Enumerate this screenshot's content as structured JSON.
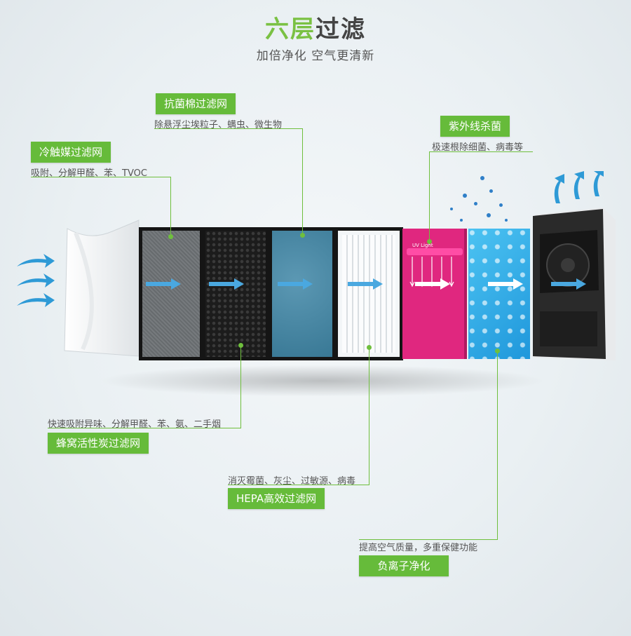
{
  "title": {
    "main_accent": "六层",
    "main_rest": "过滤",
    "subtitle": "加倍净化 空气更清新"
  },
  "layers": [
    {
      "name": "冷触媒过滤网",
      "description": "吸附、分解甲醛、苯、TVOC"
    },
    {
      "name": "抗菌棉过滤网",
      "description": "除悬浮尘埃粒子、螨虫、微生物"
    },
    {
      "name": "紫外线杀菌",
      "description": "极速根除细菌、病毒等"
    },
    {
      "name": "蜂窝活性炭过滤网",
      "description": "快速吸附异味、分解甲醛、苯、氨、二手烟"
    },
    {
      "name": "HEPA高效过滤网",
      "description": "消灭霉菌、灰尘、过敏源、病毒"
    },
    {
      "name": "负离子净化",
      "description": "提高空气质量，多重保健功能"
    }
  ],
  "uv_panel_label": "UV Light",
  "colors": {
    "accent_green": "#66bb3a",
    "uv_pink": "#e0277f",
    "ion_blue": "#23a8e6",
    "cotton_blue": "#3f86a6"
  },
  "icons": [
    "airflow-in-icon",
    "airflow-out-icon",
    "flow-arrow-icon"
  ]
}
